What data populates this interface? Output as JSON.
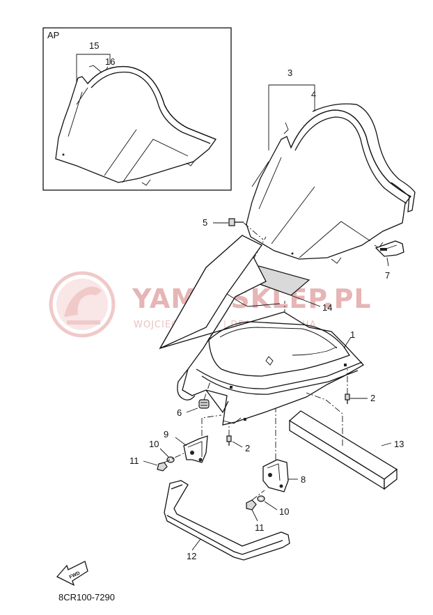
{
  "watermark": {
    "brand": "YAMA-SKLEP.PL",
    "tagline": "WOJCIECHOWSKI | DEALER YAMAHA",
    "color": "#e8b0b0"
  },
  "inset": {
    "label": "AP",
    "callouts": {
      "c15": "15",
      "c16": "16"
    }
  },
  "callouts": {
    "c1": "1",
    "c2a": "2",
    "c2b": "2",
    "c3": "3",
    "c4": "4",
    "c5": "5",
    "c6": "6",
    "c7": "7",
    "c8": "8",
    "c9": "9",
    "c10a": "10",
    "c10b": "10",
    "c11a": "11",
    "c11b": "11",
    "c12": "12",
    "c13": "13",
    "c14": "14"
  },
  "fwd_label": "FWD",
  "diagram_code": "8CR100-7290"
}
